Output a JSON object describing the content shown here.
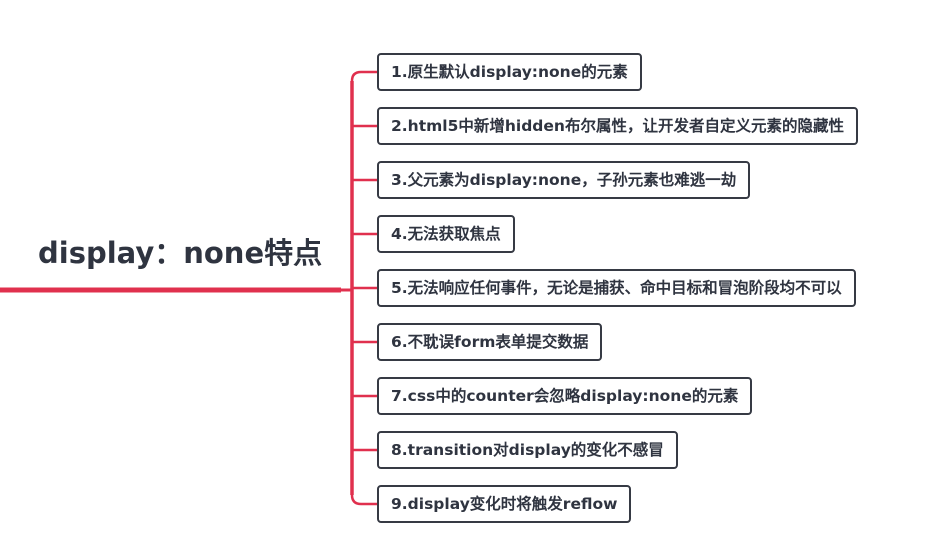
{
  "mindmap": {
    "root": {
      "label": "display：none特点"
    },
    "branch_color": "#e0304e",
    "children": [
      {
        "label": "1.原生默认display:none的元素"
      },
      {
        "label": "2.html5中新增hidden布尔属性，让开发者自定义元素的隐藏性"
      },
      {
        "label": "3.父元素为display:none，子孙元素也难逃一劫"
      },
      {
        "label": "4.无法获取焦点"
      },
      {
        "label": "5.无法响应任何事件，无论是捕获、命中目标和冒泡阶段均不可以"
      },
      {
        "label": "6.不耽误form表单提交数据"
      },
      {
        "label": "7.css中的counter会忽略display:none的元素"
      },
      {
        "label": "8.transition对display的变化不感冒"
      },
      {
        "label": "9.display变化时将触发reflow"
      }
    ]
  }
}
